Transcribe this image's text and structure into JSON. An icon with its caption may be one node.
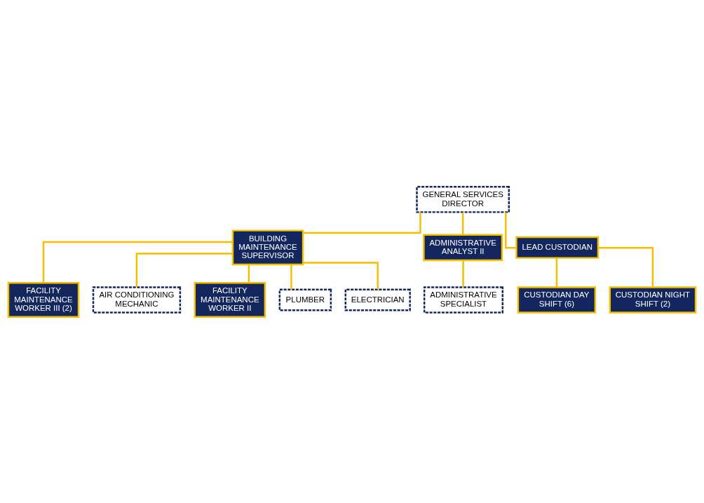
{
  "diagram": {
    "nodes": [
      {
        "text": [
          "GENERAL SERVICES DIRECTOR"
        ]
      },
      {
        "text": [
          "BUILDING MAINTENANCE SUPERVISOR"
        ]
      },
      {
        "text": [
          "ADMINISTRATIVE ANALYST II"
        ]
      },
      {
        "text": [
          "LEAD CUSTODIAN"
        ]
      },
      {
        "text": [
          "FACILITY MAINTENANCE WORKER III (2)"
        ]
      },
      {
        "text": [
          "ADMINISTRATIVE SPECIALIST"
        ]
      },
      {
        "text": [
          "CUSTODIAN DAY SHIFT (6)"
        ]
      },
      {
        "text": [
          "AIR CONDITIONING MECHANIC"
        ]
      },
      {
        "text": [
          "FACILITY MAINTENANCE WORKER II"
        ]
      },
      {
        "text": [
          "CUSTODIAN NIGHT SHIFT (2)"
        ]
      },
      {
        "text": [
          "PLUMBER"
        ]
      },
      {
        "text": [
          "ELECTRICIAN"
        ]
      }
    ],
    "edges": [
      {
        "from": 0,
        "to": 1,
        "arrow": "none"
      },
      {
        "from": 0,
        "to": 2,
        "arrow": "none"
      },
      {
        "from": 0,
        "to": 3,
        "arrow": "none"
      },
      {
        "from": 1,
        "to": 4,
        "arrow": "none"
      },
      {
        "from": 1,
        "to": 8,
        "arrow": "none"
      },
      {
        "from": 1,
        "to": 7,
        "arrow": "none"
      },
      {
        "from": 1,
        "to": 10,
        "arrow": "none"
      },
      {
        "from": 1,
        "to": 11,
        "arrow": "none"
      },
      {
        "from": 2,
        "to": 5,
        "arrow": "none"
      },
      {
        "from": 3,
        "to": 6,
        "arrow": "none"
      },
      {
        "from": 3,
        "to": 9,
        "arrow": "none"
      }
    ]
  }
}
